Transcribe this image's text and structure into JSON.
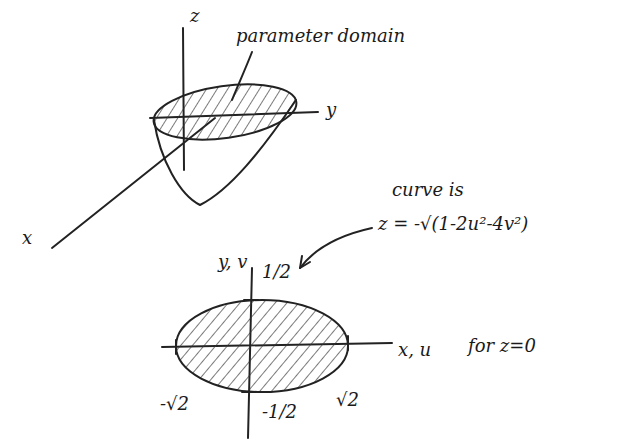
{
  "diagram": {
    "labels": [
      "z",
      "y",
      "x",
      "parameter domain",
      "y, v",
      "1/2",
      "curve is",
      "z = -√(1-2u²-4v²)",
      "x, u",
      "for z=0",
      "-√2",
      "-1/2",
      "√2"
    ]
  }
}
